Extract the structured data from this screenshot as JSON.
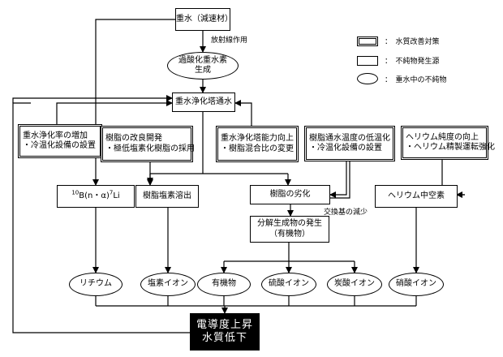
{
  "nodes": {
    "heavy_water": "重水（減速材）",
    "peroxide": [
      "過酸化重水素",
      "生成"
    ],
    "purification": "重水浄化塔通水",
    "boron": "B(n・α)",
    "resin_chlorine": "樹脂塩素溶出",
    "resin_degradation": "樹脂の劣化",
    "decomposition": [
      "分解生成物の発生",
      "（有機物）"
    ],
    "helium_contam": "ヘリウム中空素",
    "lithium": "リチウム",
    "chloride_ion": "塩素イオン",
    "organic": "有機物",
    "sulfate_ion": "硫酸イオン",
    "carbonate_ion": "炭酸イオン",
    "nitrate_ion": "硝酸イオン",
    "result": [
      "電導度上昇",
      "水質低下"
    ]
  },
  "isotopes": {
    "boron_mass": "10",
    "lithium_mass": "7",
    "lithium_symbol": "Li"
  },
  "measures": {
    "m1": [
      "重水浄化率の増加",
      "・冷温化設備の設置"
    ],
    "m2": [
      "樹脂の改良開発",
      "・極低塩素化樹脂の採用"
    ],
    "m3": [
      "重水浄化塔能力向上",
      "・樹脂混合比の変更"
    ],
    "m4": [
      "樹脂通水温度の低温化",
      "・冷温化設備の設置"
    ],
    "m5": [
      "ヘリウム純度の向上",
      "・ヘリウム精製運転強化"
    ]
  },
  "notes": {
    "radiation": "放射線作用",
    "exchange": "交換基の減少"
  },
  "legend": {
    "measure": "：　水質改善対策",
    "source": "：　不純物発生源",
    "impurity": "：　重水中の不純物"
  }
}
